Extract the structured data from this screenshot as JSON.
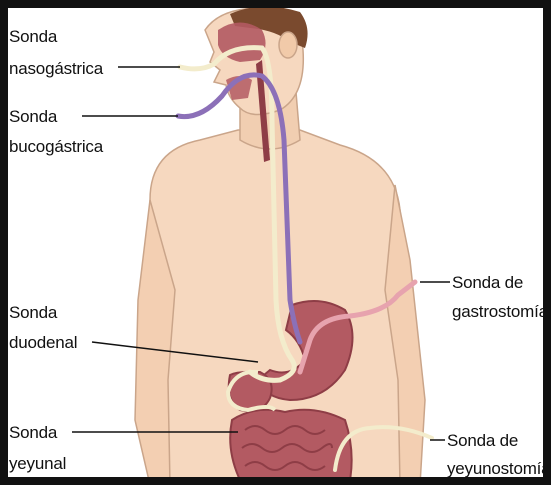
{
  "labels": {
    "nasogastrica": [
      "Sonda",
      "nasogástrica"
    ],
    "bucogastrica": [
      "Sonda",
      "bucogástrica"
    ],
    "duodenal": [
      "Sonda",
      "duodenal"
    ],
    "yeyunal": [
      "Sonda",
      "yeyunal"
    ],
    "gastrostomia": [
      "Sonda de",
      "gastrostomía"
    ],
    "yeyunostomia": [
      "Sonda de",
      "yeyunostomía"
    ]
  },
  "colors": {
    "skin": "#f6d8bf",
    "skin_outline": "#caa58a",
    "hair": "#7a4a2e",
    "organ": "#b35a62",
    "organ_dark": "#8e3d46",
    "tube_cream": "#f3eccc",
    "tube_purple": "#8c70b8",
    "tube_pink": "#e7a3ae",
    "frame": "#111111"
  },
  "icons": {
    "figure": "human-torso-digestive-tract-icon"
  }
}
